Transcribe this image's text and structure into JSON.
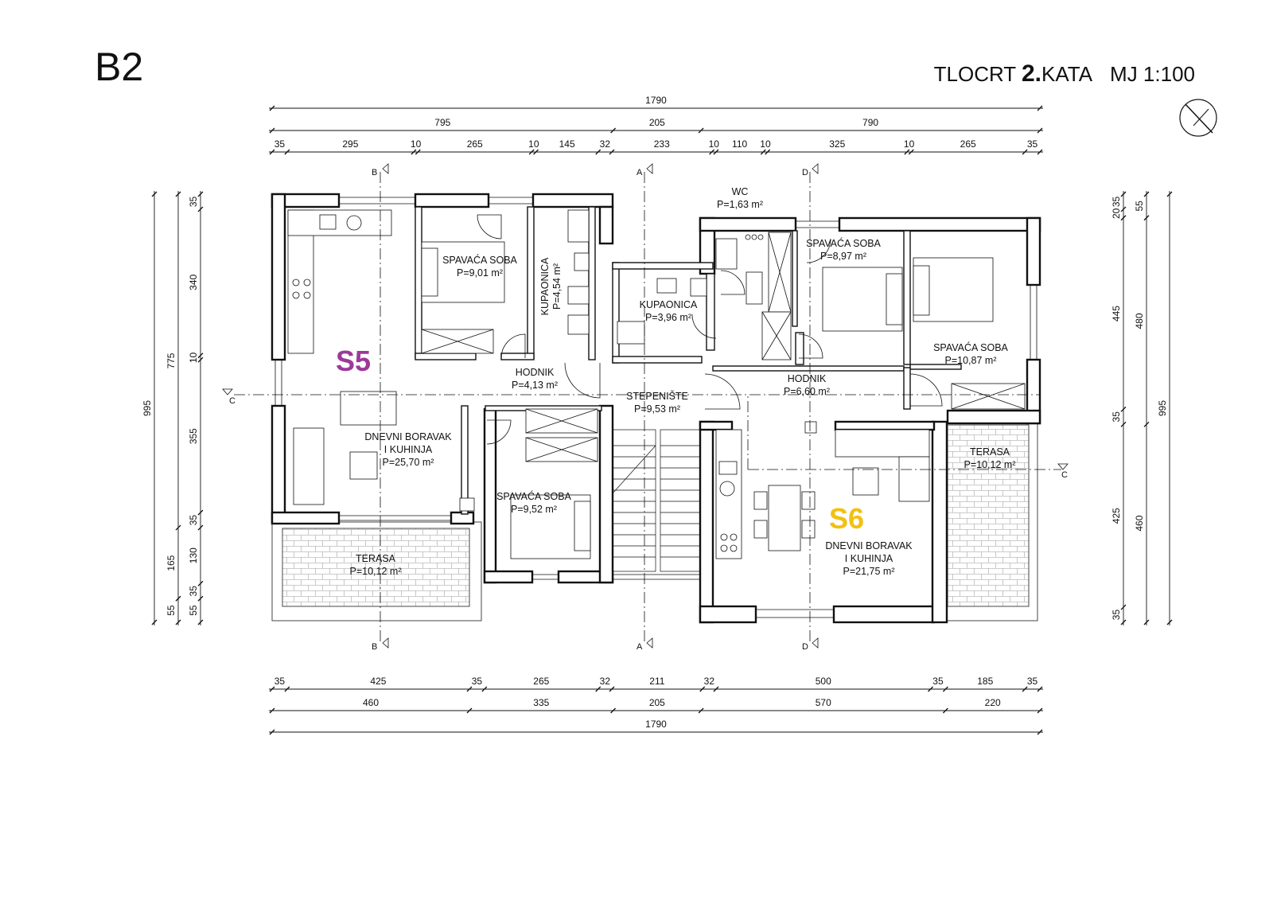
{
  "header": {
    "building_code": "B2",
    "title_prefix": "TLOCRT",
    "floor_number": "2.",
    "floor_word": "KATA",
    "scale": "MJ 1:100"
  },
  "dimensions": {
    "top_overall": "1790",
    "top_mid": [
      "795",
      "205",
      "790"
    ],
    "top_detail": [
      "35",
      "295",
      "10",
      "265",
      "10",
      "145",
      "32",
      "233",
      "10",
      "110",
      "10",
      "325",
      "10",
      "265",
      "35"
    ],
    "bottom_detail": [
      "35",
      "425",
      "35",
      "265",
      "32",
      "211",
      "32",
      "500",
      "35",
      "185",
      "35"
    ],
    "bottom_mid": [
      "460",
      "335",
      "205",
      "570",
      "220"
    ],
    "bottom_overall": "1790",
    "left_detail": [
      "35",
      "340",
      "10",
      "355",
      "35",
      "130",
      "35",
      "55"
    ],
    "left_mid": [
      "775",
      "165",
      "55"
    ],
    "left_overall": "995",
    "right_detail": [
      "35",
      "20",
      "445",
      "35",
      "425",
      "35"
    ],
    "right_mid": [
      "55",
      "480",
      "460"
    ],
    "right_overall": "995"
  },
  "section_markers": {
    "b": "B",
    "a": "A",
    "d": "D",
    "c": "C"
  },
  "units": {
    "s5": {
      "label": "S5",
      "color": "#9b3a9a"
    },
    "s6": {
      "label": "S6",
      "color": "#f2c012"
    }
  },
  "rooms": {
    "s5_bedroom_1": {
      "name": "SPAVAĆA SOBA",
      "area": "P=9,01 m²"
    },
    "s5_bathroom": {
      "name": "KUPAONICA",
      "area": "P=4,54 m²"
    },
    "s5_hallway": {
      "name": "HODNIK",
      "area": "P=4,13 m²"
    },
    "s5_living": {
      "name_line1": "DNEVNI BORAVAK",
      "name_line2": "I KUHINJA",
      "area": "P=25,70 m²"
    },
    "s5_bedroom_2": {
      "name": "SPAVAĆA SOBA",
      "area": "P=9,52 m²"
    },
    "s5_terrace": {
      "name": "TERASA",
      "area": "P=10,12 m²"
    },
    "staircase": {
      "name": "STEPENIŠTE",
      "area": "P=9,53 m²"
    },
    "bathroom_mid": {
      "name": "KUPAONICA",
      "area": "P=3,96 m²"
    },
    "wc": {
      "name": "WC",
      "area": "P=1,63 m²"
    },
    "s6_bedroom_1": {
      "name": "SPAVAĆA SOBA",
      "area": "P=8,97 m²"
    },
    "s6_bedroom_2": {
      "name": "SPAVAĆA SOBA",
      "area": "P=10,87 m²"
    },
    "s6_hallway": {
      "name": "HODNIK",
      "area": "P=6,60 m²"
    },
    "s6_living": {
      "name_line1": "DNEVNI BORAVAK",
      "name_line2": "I KUHINJA",
      "area": "P=21,75 m²"
    },
    "s6_terrace": {
      "name": "TERASA",
      "area": "P=10,12 m²"
    }
  },
  "colors": {
    "line": "#111111",
    "wall_fill": "#ffffff",
    "s5_accent": "#9b3a9a",
    "s6_accent": "#f2c012"
  },
  "icons": {
    "north_arrow": "north-arrow-icon"
  }
}
